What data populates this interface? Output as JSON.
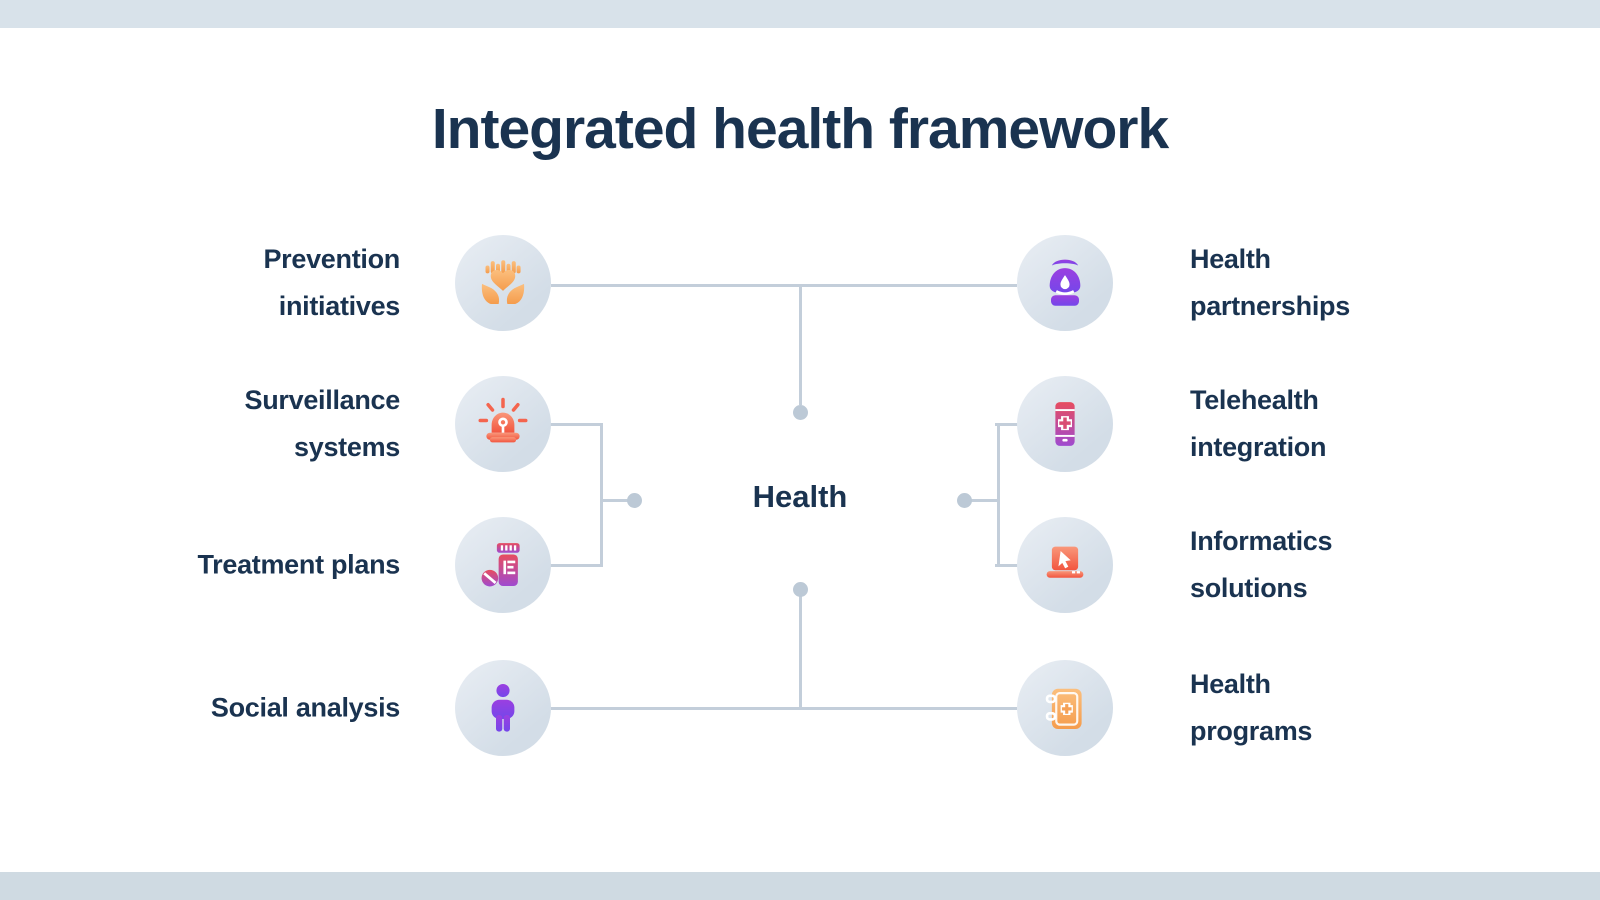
{
  "title": "Integrated health framework",
  "center_node": {
    "label": "Health"
  },
  "left_items": [
    {
      "name": "prevention-initiatives",
      "lines": [
        "Prevention",
        "initiatives"
      ],
      "icon": "hands-holding-heart-icon",
      "accent": "#F79C52"
    },
    {
      "name": "surveillance-systems",
      "lines": [
        "Surveillance",
        "systems"
      ],
      "icon": "siren-icon",
      "accent": "#F2604A"
    },
    {
      "name": "treatment-plans",
      "lines": [
        "Treatment plans"
      ],
      "icon": "pill-bottle-icon",
      "accent": "#B94AA6"
    },
    {
      "name": "social-analysis",
      "lines": [
        "Social analysis"
      ],
      "icon": "person-icon",
      "accent": "#8644E5"
    }
  ],
  "right_items": [
    {
      "name": "health-partnerships",
      "lines": [
        "Health",
        "partnerships"
      ],
      "icon": "nurse-icon",
      "accent": "#8644E5"
    },
    {
      "name": "telehealth-integration",
      "lines": [
        "Telehealth",
        "integration"
      ],
      "icon": "medical-phone-icon",
      "accent": "#B94AA6"
    },
    {
      "name": "informatics-solutions",
      "lines": [
        "Informatics",
        "solutions"
      ],
      "icon": "laptop-cursor-icon",
      "accent": "#F2604A"
    },
    {
      "name": "health-programs",
      "lines": [
        "Health",
        "programs"
      ],
      "icon": "medical-book-icon",
      "accent": "#F79C52"
    }
  ],
  "palette": {
    "navy": "#1A3350",
    "line": "#C3CEDA",
    "dot": "#BCC9D6",
    "band-top": "#D8E2EA",
    "band-bottom": "#CFDAE2",
    "circle1": "#E9EEF4",
    "circle2": "#D3DDE7",
    "bg": "#FFFFFF"
  }
}
